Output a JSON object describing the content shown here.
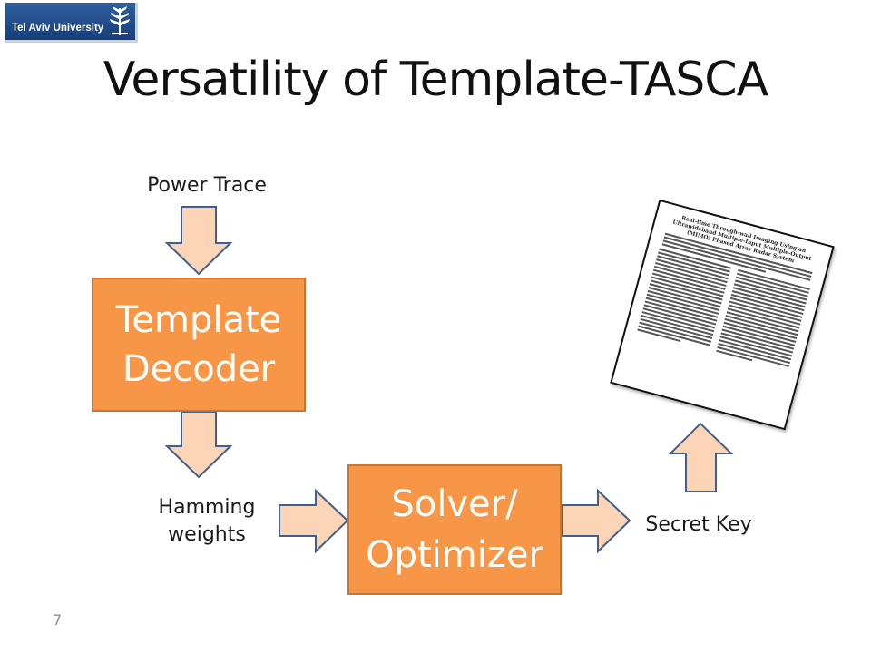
{
  "logo": {
    "text": "Tel Aviv University"
  },
  "title": "Versatility of Template-TASCA",
  "labels": {
    "power_trace": "Power Trace",
    "hamming_line1": "Hamming",
    "hamming_line2": "weights",
    "secret_key": "Secret Key"
  },
  "boxes": {
    "decoder_line1": "Template",
    "decoder_line2": "Decoder",
    "solver_line1": "Solver/",
    "solver_line2": "Optimizer"
  },
  "paper": {
    "title": "Real-time Through-wall Imaging Using an Ultrawideband Multiple-Input Multiple-Output (MIMO) Phased Array Radar System"
  },
  "slide_number": "7",
  "colors": {
    "box_fill": "#f79646",
    "box_border": "#c77436",
    "arrow_fill": "#fbd5b5",
    "arrow_stroke": "#3f5f8f"
  }
}
